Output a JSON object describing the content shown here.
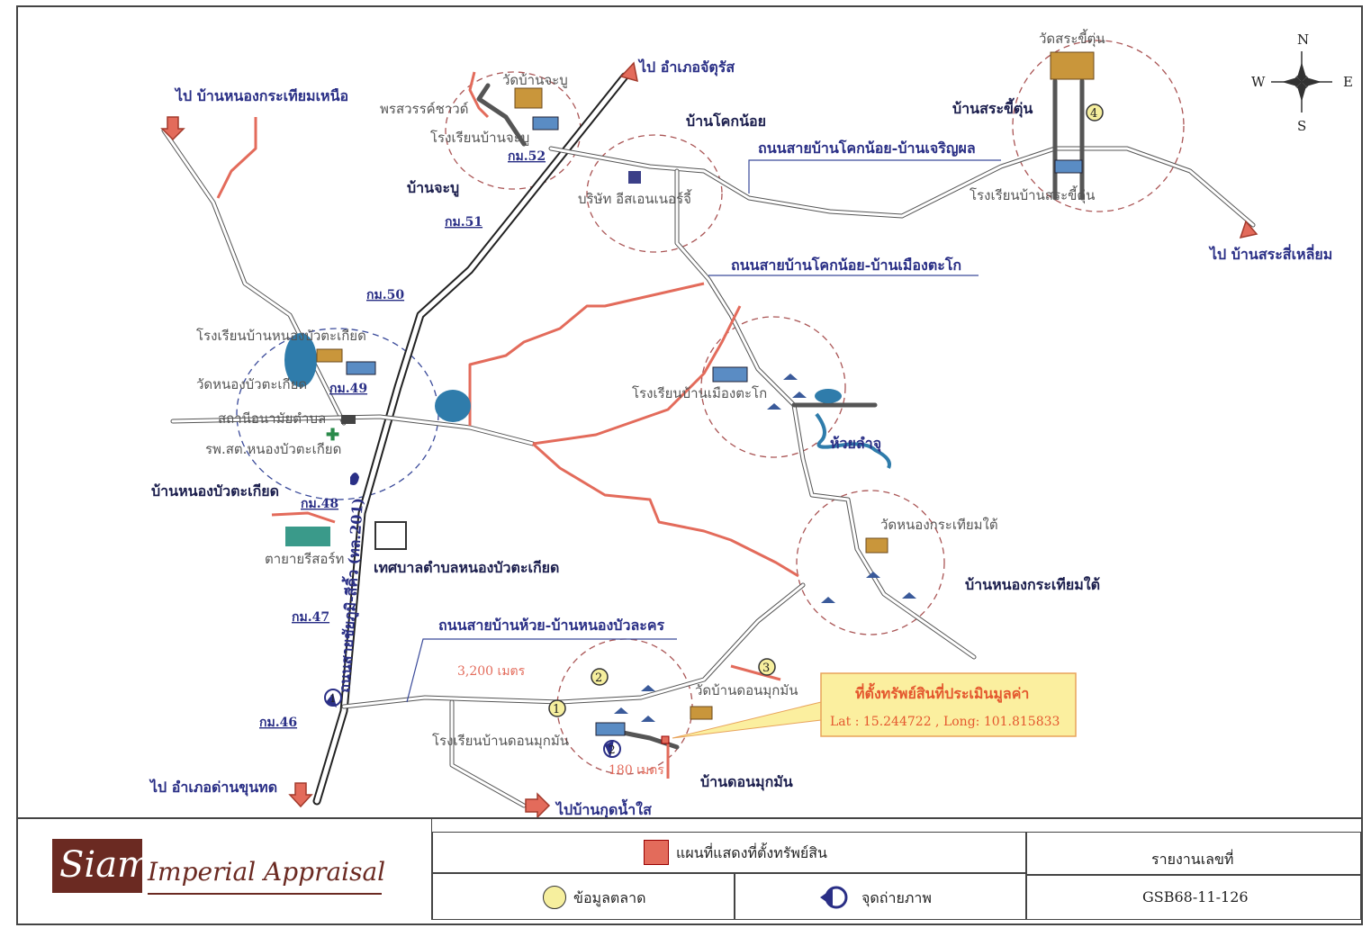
{
  "map": {
    "compass": {
      "n": "N",
      "s": "S",
      "e": "E",
      "w": "W"
    },
    "directions": {
      "to_nong_krathiam_nuea": "ไป บ้านหนองกระเทียมเหนือ",
      "to_chatturat": "ไป อำเภอจัตุรัส",
      "to_sa_si_liam": "ไป บ้านสระสี่เหลี่ยม",
      "to_dan_khun_thot": "ไป อำเภอด่านขุนทด",
      "to_kut_nam_sai": "ไปบ้านกุดน้ำใส"
    },
    "villages": {
      "ban_chabu": "บ้านจะบู",
      "ban_khok_noi": "บ้านโคกน้อย",
      "ban_sa_khi_tun": "บ้านสระขี้ตุ่น",
      "ban_nong_bua_takiat": "บ้านหนองบัวตะเกียด",
      "ban_nong_krathiam_tai": "บ้านหนองกระเทียมใต้",
      "ban_don_muk_man": "บ้านดอนมุกมัน"
    },
    "places": {
      "wat_ban_chabu": "วัดบ้านจะบู",
      "phra_sawan": "พรสวรรค์ชาวด์",
      "school_chabu": "โรงเรียนบ้านจะบู",
      "wat_sa_khi_tun": "วัดสระขี้ตุ่น",
      "school_sa_khi_tun": "โรงเรียนบ้านสระขี้ตุ่น",
      "company": "บริษัท อีสเอนเนอร์จี้",
      "school_nong_bua": "โรงเรียนบ้านหนองบัวตะเกียด",
      "wat_nong_bua": "วัดหนองบัวตะเกียด",
      "health_station": "สถานีอนามัยตำบล",
      "hospital": "รพ.สต.หนองบัวตะเกียด",
      "resort": "ตายายรีสอร์ท",
      "municipality": "เทศบาลตำบลหนองบัวตะเกียด",
      "school_mueang_tako": "โรงเรียนบ้านเมืองตะโก",
      "huai_lam_chu": "ห้วยลำจุ",
      "wat_nong_krathiam_tai": "วัดหนองกระเทียมใต้",
      "wat_don_muk_man": "วัดบ้านดอนมุกมัน",
      "school_don_muk_man": "โรงเรียนบ้านดอนมุกมัน"
    },
    "roads": {
      "khok_noi_charoen_phon": "ถนนสายบ้านโคกน้อย-บ้านเจริญผล",
      "khok_noi_mueang_tako": "ถนนสายบ้านโคกน้อย-บ้านเมืองตะโก",
      "huai_nong_bua_lakhon": "ถนนสายบ้านห้วย-บ้านหนองบัวละคร",
      "highway": "ถนนสายชัยภูมิ-สีคิ้ว (ทล.201)"
    },
    "km_posts": [
      "กม.52",
      "กม.51",
      "กม.50",
      "กม.49",
      "กม.48",
      "กม.47",
      "กม.46"
    ],
    "distances": {
      "d1": "3,200 เมตร",
      "d2": "180 เมตร"
    },
    "markers": [
      "1",
      "2",
      "3",
      "4"
    ],
    "property_box": {
      "title": "ที่ตั้งทรัพย์สินที่ประเมินมูลค่า",
      "coords": "Lat : 15.244722 , Long: 101.815833"
    }
  },
  "legend": {
    "logo_main": "Siam",
    "logo_rest": "Imperial Appraisal",
    "property_map": "แผนที่แสดงที่ตั้งทรัพย์สิน",
    "market_data": "ข้อมูลตลาด",
    "photo_point": "จุดถ่ายภาพ",
    "report_no_label": "รายงานเลขที่",
    "report_no": "GSB68-11-126"
  },
  "colors": {
    "road_red": "#e36b5b",
    "label_blue": "#2a2f86",
    "property_box_bg": "#fbef9f",
    "property_box_border": "#e8a35a",
    "property_text": "#e4572e",
    "water": "#2f7cab",
    "brand": "#6b2a22"
  }
}
